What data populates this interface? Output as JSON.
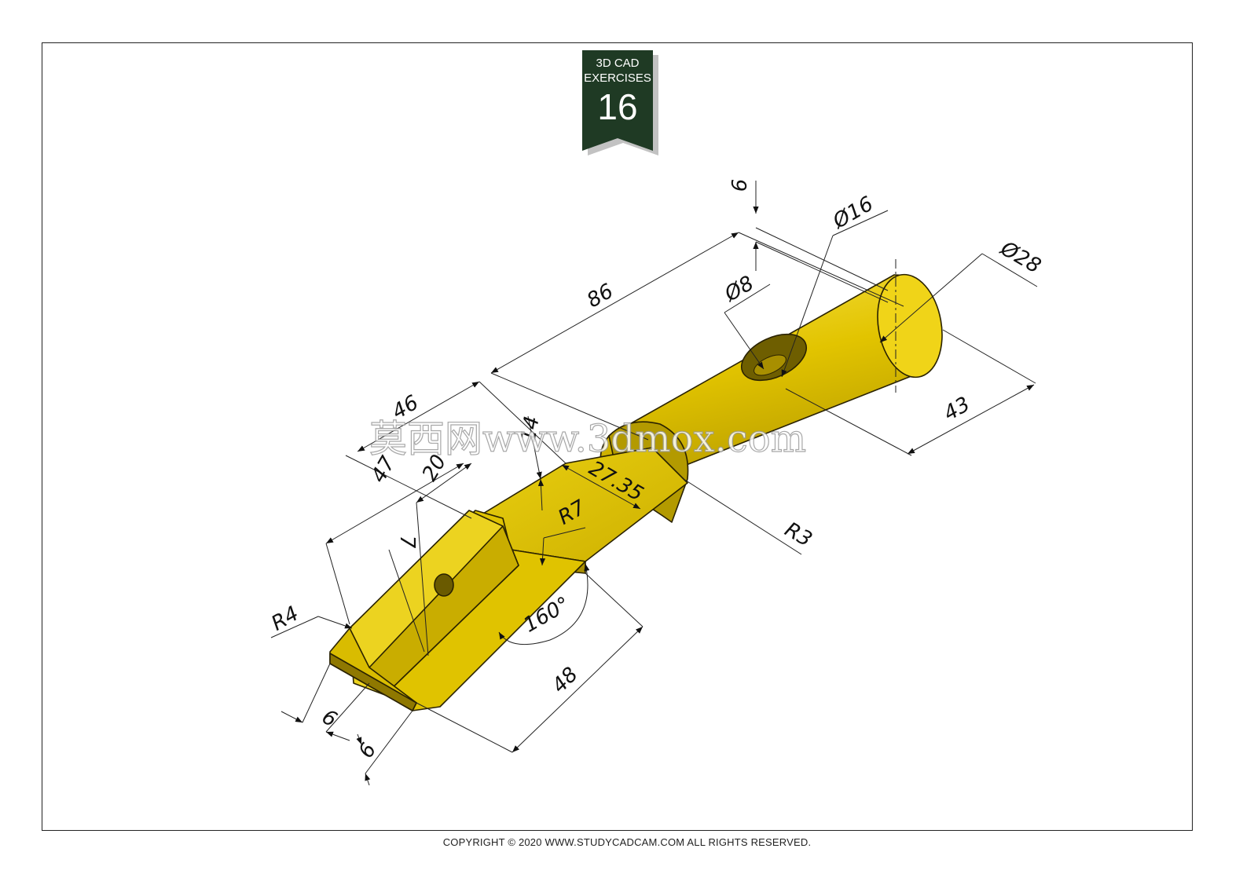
{
  "badge": {
    "line1": "3D CAD",
    "line2": "EXERCISES",
    "number": "16",
    "color": "#1f3a24"
  },
  "part_color": "#e6c800",
  "dimensions": {
    "d6_top": "6",
    "d16": "Ø16",
    "d28": "Ø28",
    "d8": "Ø8",
    "d86": "86",
    "d46": "46",
    "d47": "47",
    "d20": "20",
    "d14": "14",
    "d27_35": "27.35",
    "d7": "7",
    "r7": "R7",
    "r3": "R3",
    "r4": "R4",
    "d43": "43",
    "angle160": "160°",
    "d48": "48",
    "d6_a": "6",
    "d6_b": "6"
  },
  "watermark": "莫西网www.3dmox.com",
  "copyright": "COPYRIGHT © 2020 WWW.STUDYCADCAM.COM ALL RIGHTS RESERVED."
}
